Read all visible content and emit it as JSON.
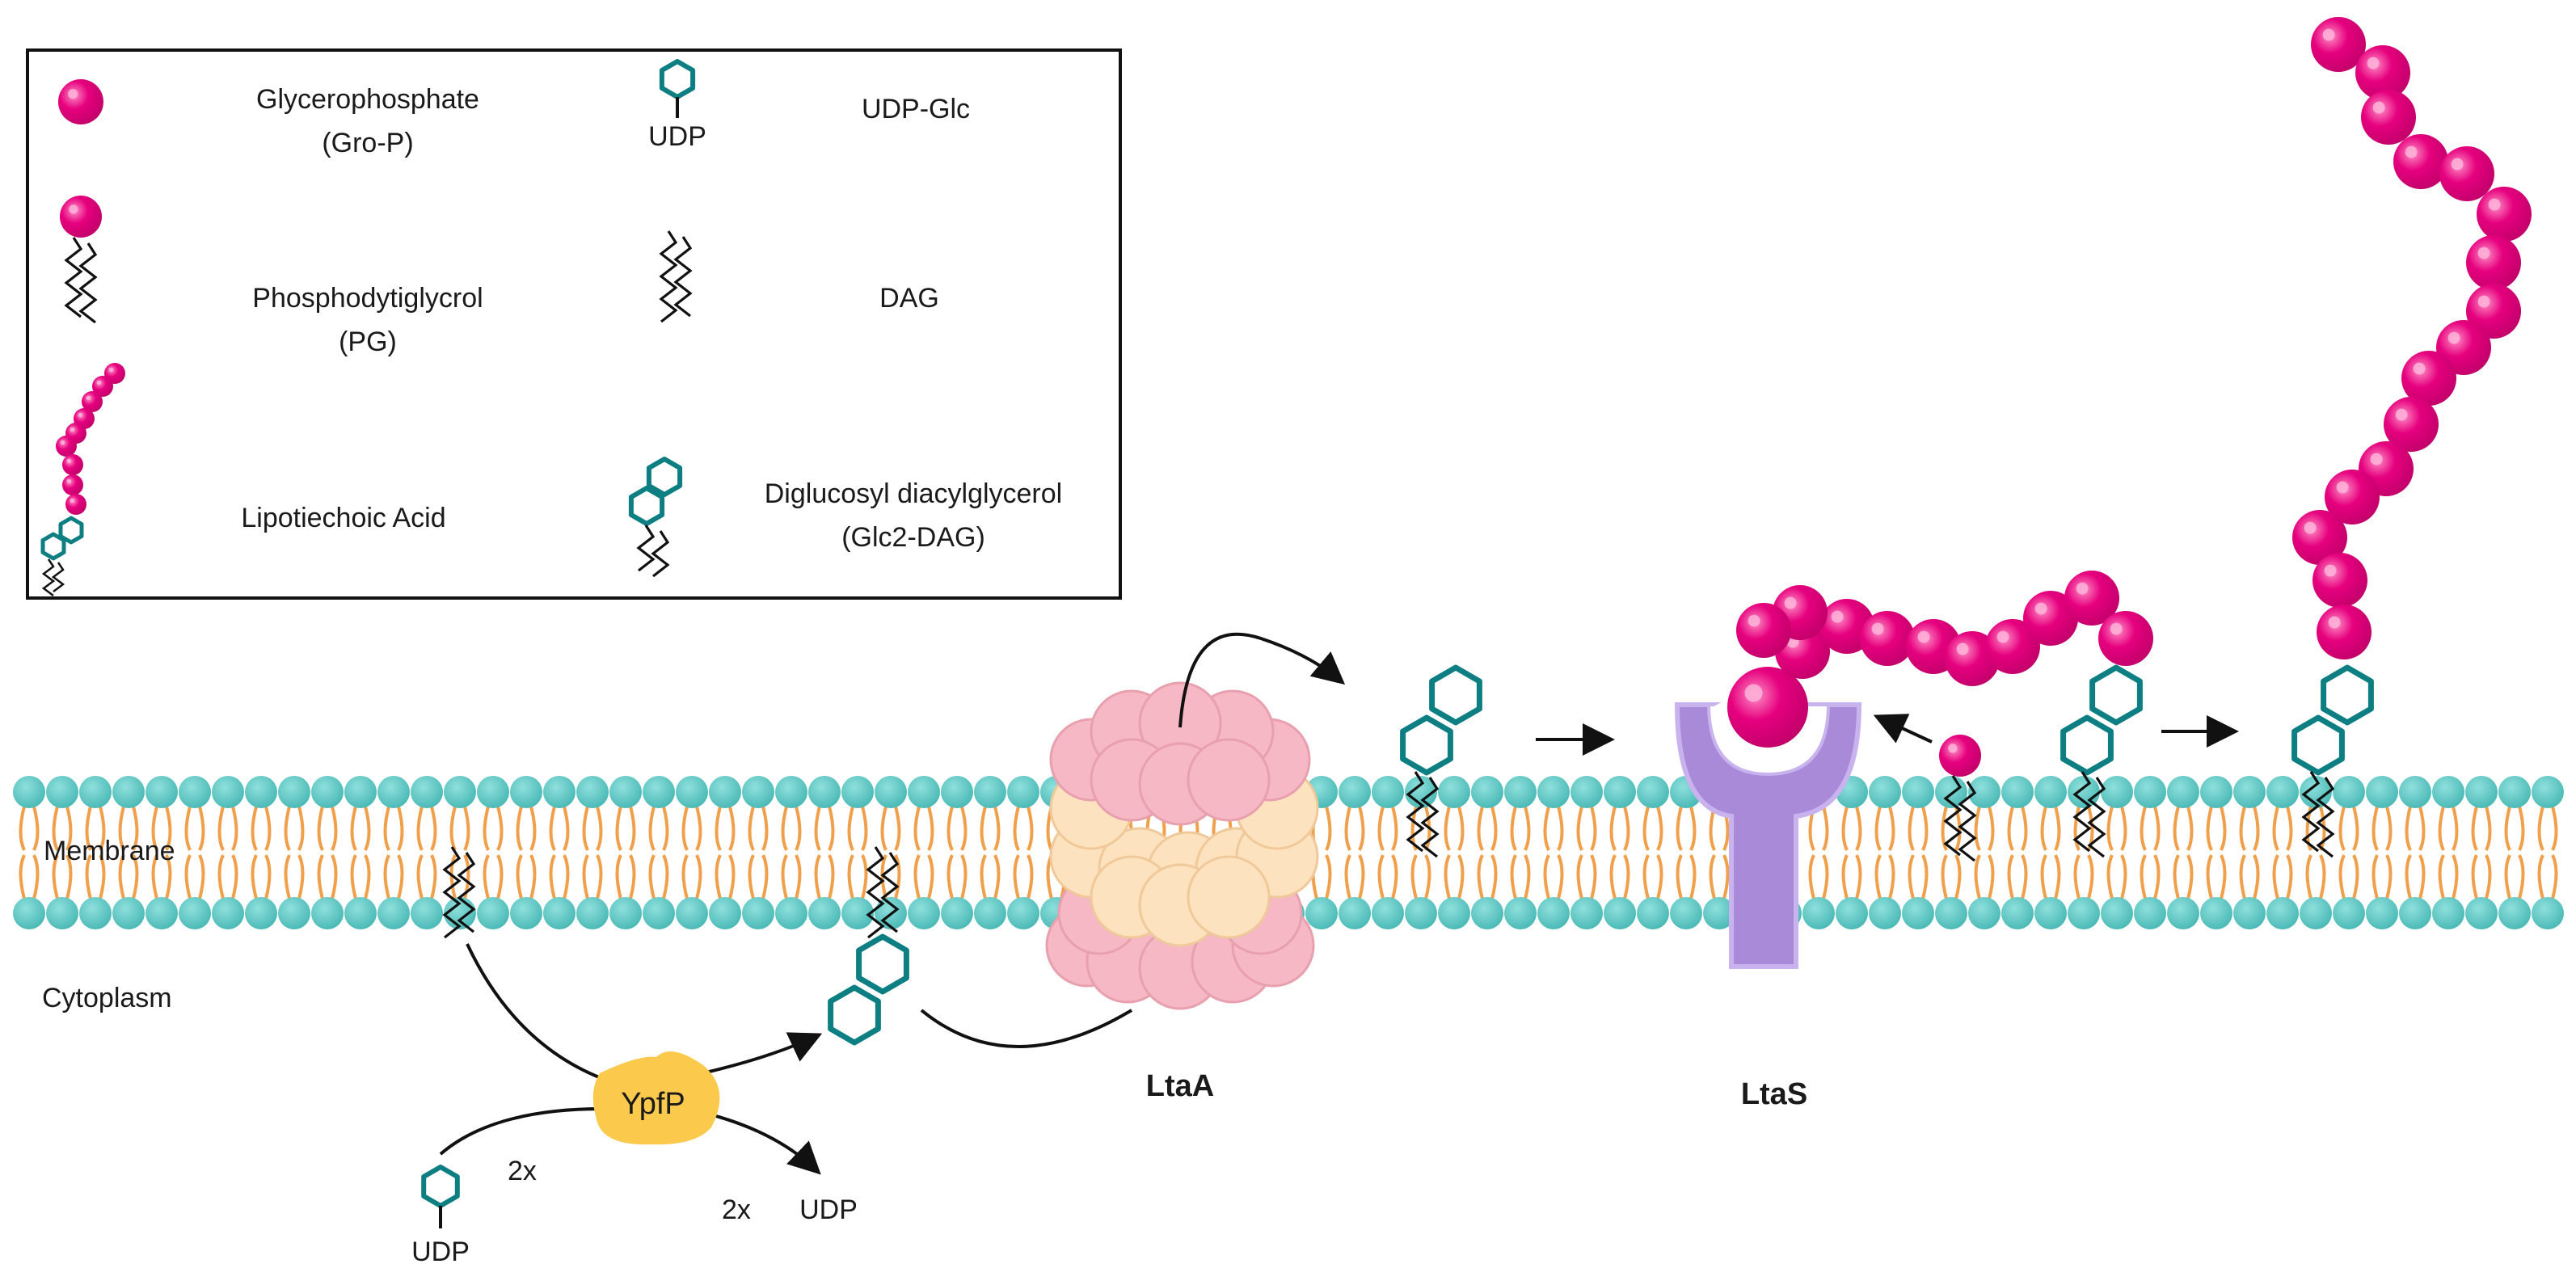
{
  "legend": {
    "items": [
      {
        "name": "Glycerophosphate",
        "abbrev": "(Gro-P)"
      },
      {
        "name": "UDP-Glc",
        "icon_label": "UDP"
      },
      {
        "name": "Phosphodytiglycrol",
        "abbrev": "(PG)"
      },
      {
        "name": "DAG"
      },
      {
        "name": "Lipotiechoic Acid"
      },
      {
        "name": "Diglucosyl diacylglycerol",
        "abbrev": "(Glc2-DAG)"
      }
    ]
  },
  "regions": {
    "membrane": "Membrane",
    "cytoplasm": "Cytoplasm"
  },
  "enzymes": {
    "ypfp": "YpfP",
    "ltaa": "LtaA",
    "ltas": "LtaS"
  },
  "reaction": {
    "input_multiplier": "2x",
    "input_label": "UDP",
    "output_multiplier": "2x",
    "output_label": "UDP"
  },
  "colors": {
    "glycerophosphate": "#e6007e",
    "glucose_ring": "#0d7f83",
    "membrane_head": "#5cc7c4",
    "lipid_tail": "#f0a04b",
    "ltaa_pink": "#f5b8c4",
    "ltaa_cream": "#fde2bf",
    "ltas": "#a98ad8",
    "ypfp": "#fbc94c"
  }
}
